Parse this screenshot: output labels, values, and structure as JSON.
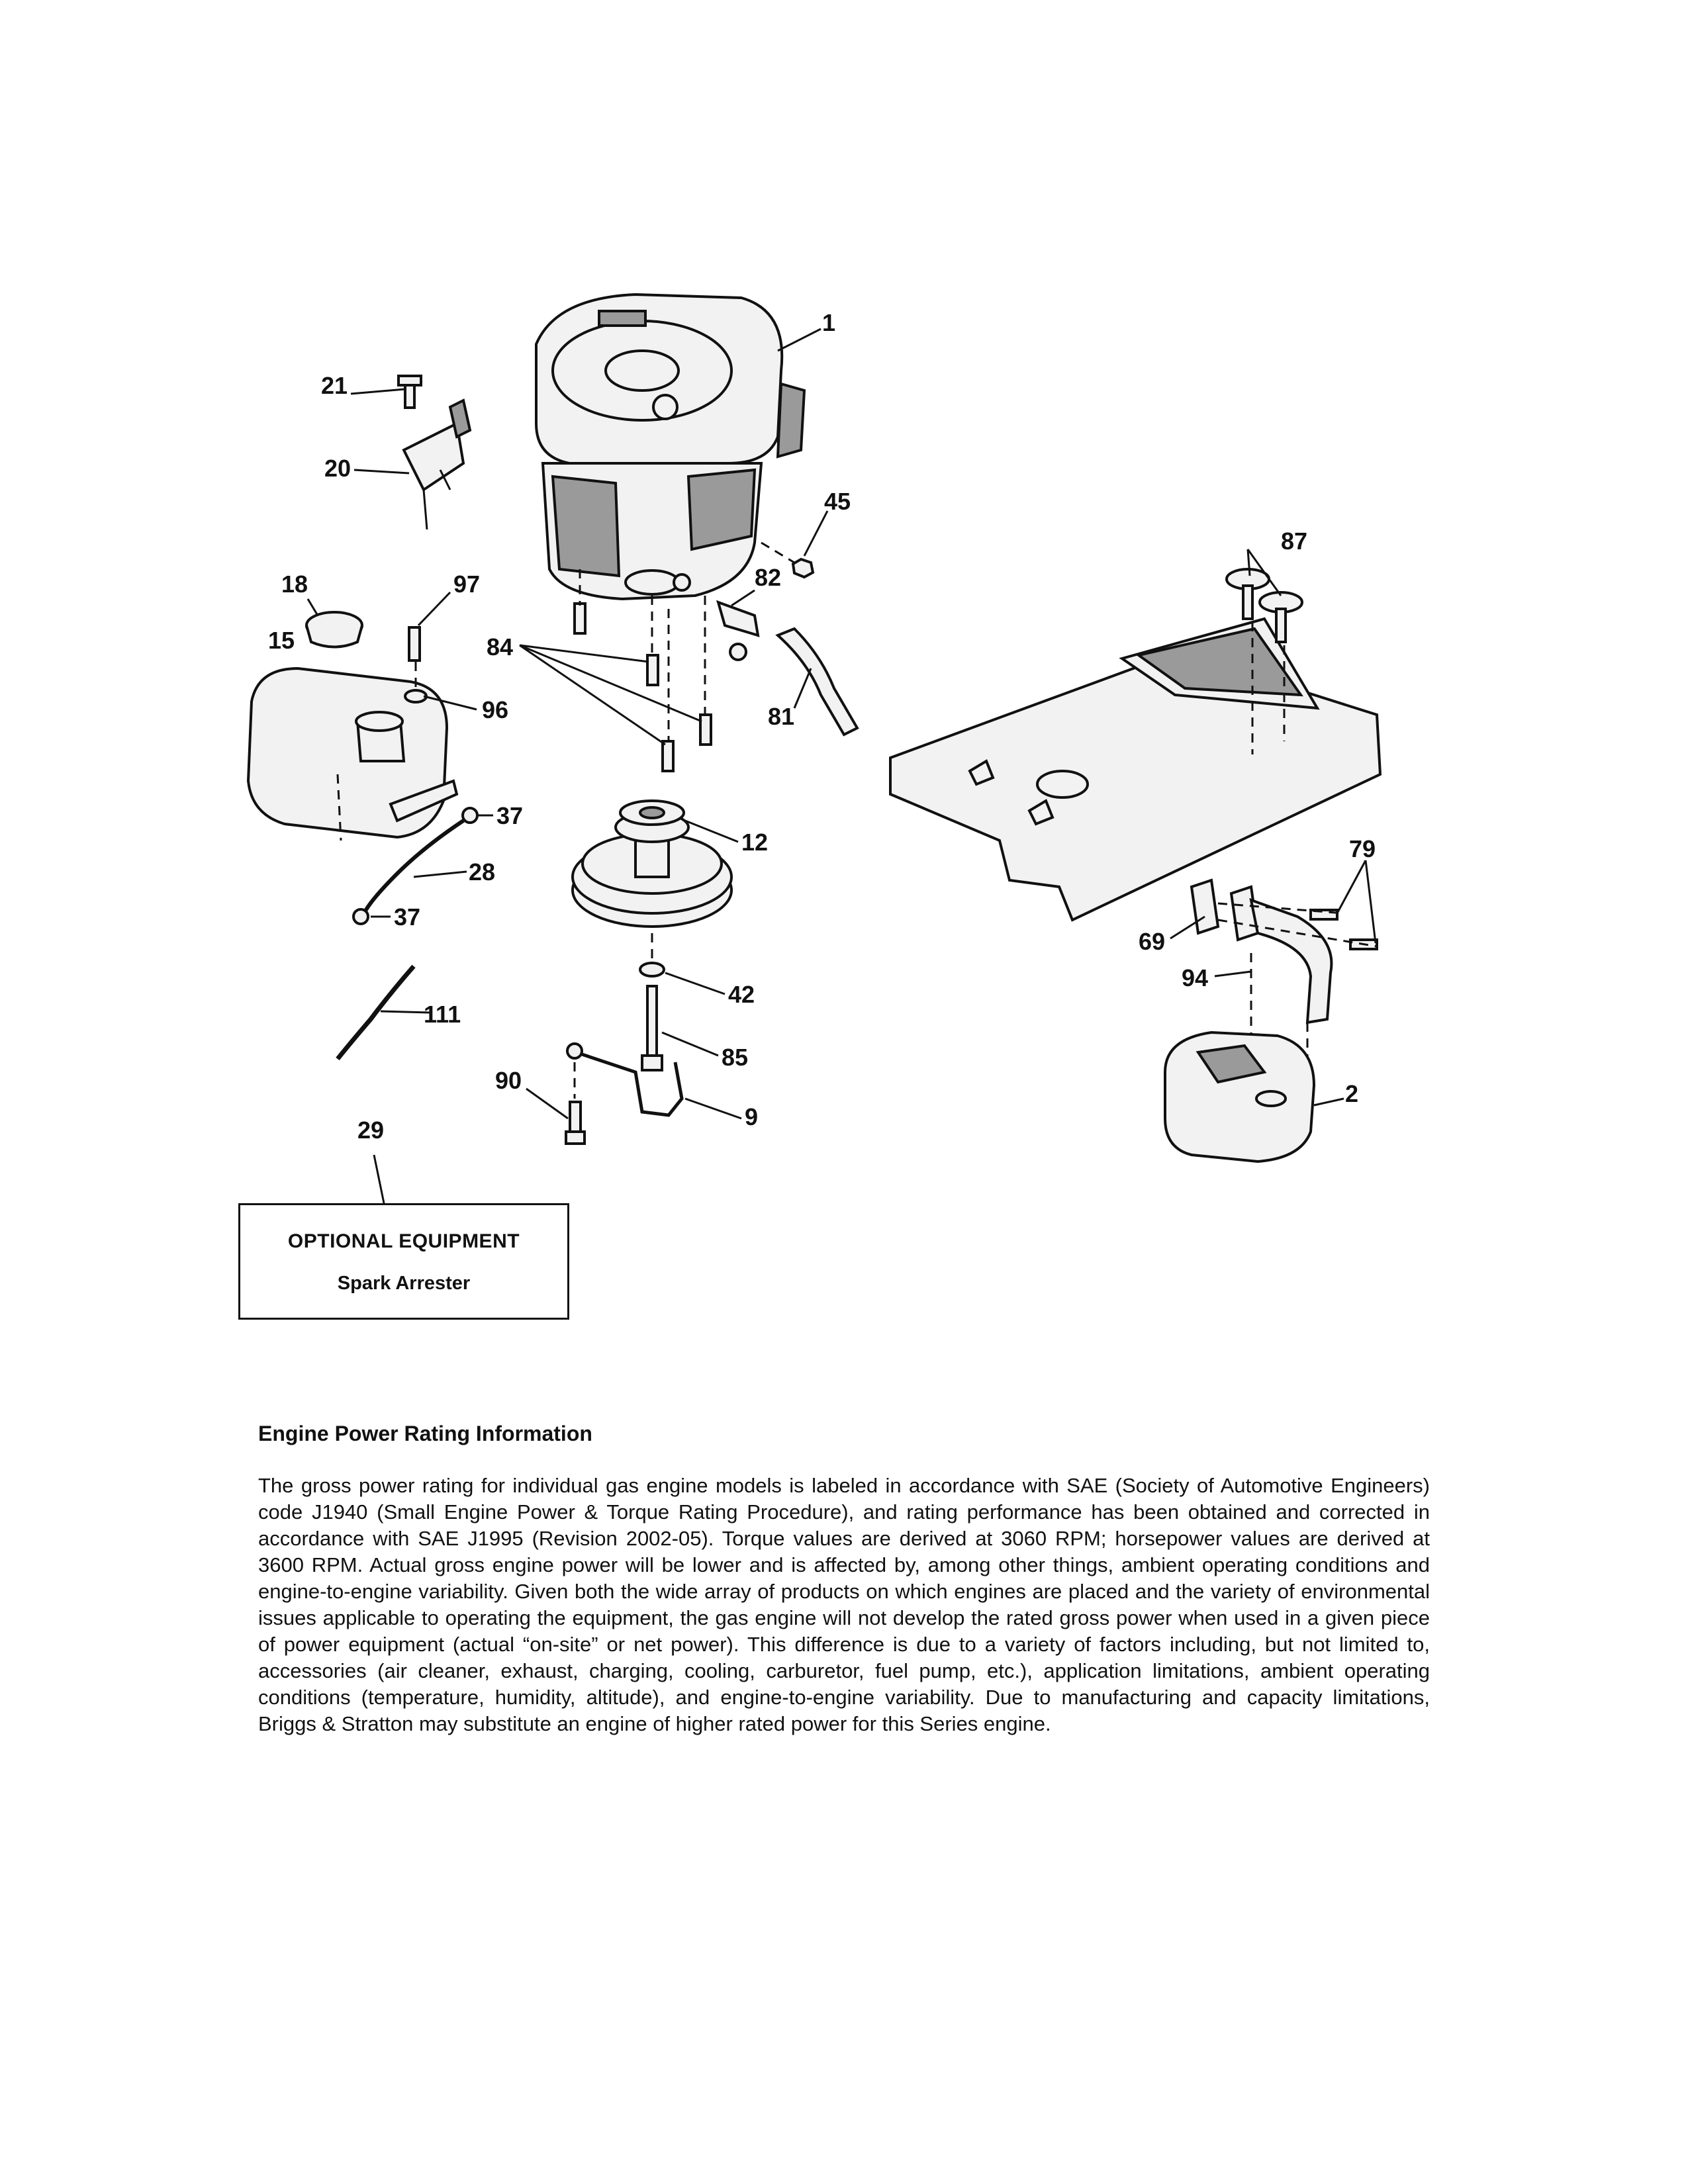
{
  "callouts": [
    {
      "id": "c1",
      "label": "1"
    },
    {
      "id": "c2",
      "label": "2"
    },
    {
      "id": "c9",
      "label": "9"
    },
    {
      "id": "c12",
      "label": "12"
    },
    {
      "id": "c15",
      "label": "15"
    },
    {
      "id": "c18",
      "label": "18"
    },
    {
      "id": "c20",
      "label": "20"
    },
    {
      "id": "c21",
      "label": "21"
    },
    {
      "id": "c28",
      "label": "28"
    },
    {
      "id": "c29",
      "label": "29"
    },
    {
      "id": "c37a",
      "label": "37"
    },
    {
      "id": "c37b",
      "label": "37"
    },
    {
      "id": "c42",
      "label": "42"
    },
    {
      "id": "c45",
      "label": "45"
    },
    {
      "id": "c69",
      "label": "69"
    },
    {
      "id": "c79",
      "label": "79"
    },
    {
      "id": "c81",
      "label": "81"
    },
    {
      "id": "c82",
      "label": "82"
    },
    {
      "id": "c84",
      "label": "84"
    },
    {
      "id": "c85",
      "label": "85"
    },
    {
      "id": "c87",
      "label": "87"
    },
    {
      "id": "c90",
      "label": "90"
    },
    {
      "id": "c94",
      "label": "94"
    },
    {
      "id": "c96",
      "label": "96"
    },
    {
      "id": "c97",
      "label": "97"
    },
    {
      "id": "c111",
      "label": "111"
    }
  ],
  "optional_equipment": {
    "title": "OPTIONAL EQUIPMENT",
    "item": "Spark Arrester"
  },
  "engine_info": {
    "title": "Engine Power Rating Information",
    "body": "The gross power rating for individual gas engine models is labeled in accordance with SAE (Society of Automotive Engineers) code J1940 (Small Engine Power & Torque Rating Procedure), and rating performance has been obtained and corrected in accordance with SAE J1995 (Revision 2002-05). Torque values are derived at 3060 RPM; horsepower values are derived at 3600 RPM. Actual gross engine power will be lower and is affected by, among other things, ambient operating conditions and engine-to-engine variability. Given both the wide array of products on which engines are placed and the variety of environmental issues applicable to operating the equipment, the gas engine will not develop the rated gross power when used in a given piece of power equipment (actual “on-site” or net power). This difference is due to a variety of factors including, but not limited to, accessories (air cleaner, exhaust, charging, cooling, carburetor, fuel pump, etc.), application limitations, ambient operating conditions (temperature, humidity, altitude), and engine-to-engine variability. Due to manufacturing and capacity limitations, Briggs & Stratton may substitute an engine of higher rated power for this Series engine."
  }
}
